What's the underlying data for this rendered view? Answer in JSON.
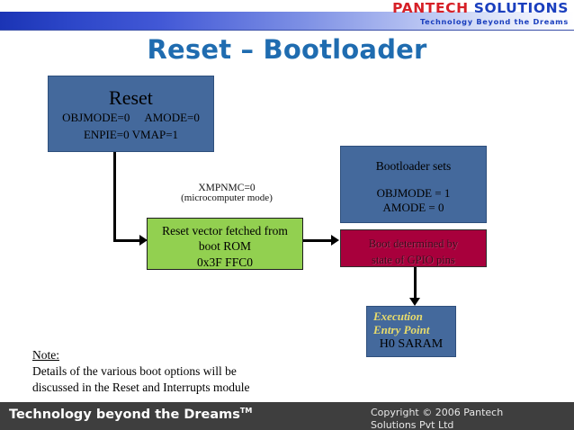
{
  "header": {
    "logo_main_a": "PANTECH",
    "logo_main_b": "SOLUTIONS",
    "logo_tagline": "Technology Beyond the Dreams"
  },
  "title": "Reset – Bootloader",
  "diagram": {
    "reset_box": {
      "title": "Reset",
      "line2_left": "OBJMODE=0",
      "line2_right": "AMODE=0",
      "line3": "ENPIE=0   VMAP=1"
    },
    "xmpnmc_label": {
      "line1": "XMPNMC=0",
      "line2": "(microcomputer mode)"
    },
    "boot_rom_box": {
      "line1": "Reset vector fetched from",
      "line2": "boot ROM",
      "line3": "0x3F FFC0"
    },
    "bootloader_box": {
      "title": "Bootloader sets",
      "line1": "OBJMODE = 1",
      "line2": "AMODE = 0"
    },
    "gpio_box": {
      "line1": "Boot determined by",
      "line2": "state of GPIO pins"
    },
    "entry_box": {
      "line1": "Execution",
      "line2": "Entry Point",
      "line3": "H0 SARAM"
    },
    "colors": {
      "blue": "#44699c",
      "green": "#92d050",
      "red": "#a8003c",
      "title_blue": "#1f6cb0",
      "entry_text_yellow": "#e9dc6b"
    }
  },
  "note": {
    "heading": "Note:",
    "line1": "Details of the various boot options will be",
    "line2": "discussed in the Reset and Interrupts module"
  },
  "footer": {
    "left_text": "Technology beyond the Dreams",
    "left_tm": "TM",
    "right_text": "Copyright © 2006 Pantech Solutions Pvt Ltd"
  }
}
